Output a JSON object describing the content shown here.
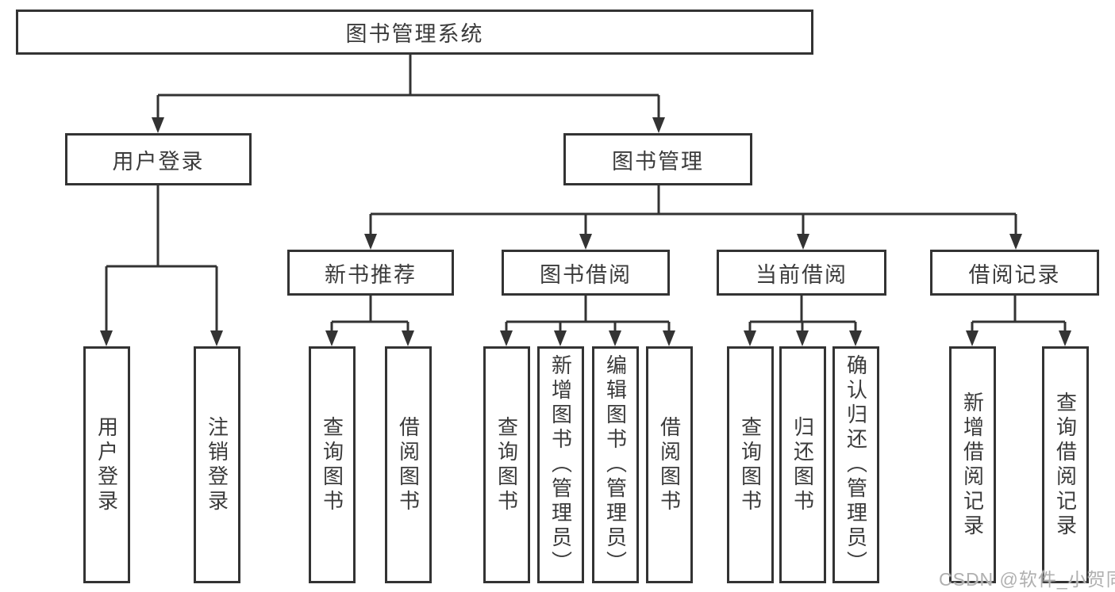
{
  "tree": {
    "label": "图书管理系统",
    "children": [
      {
        "label": "用户登录",
        "children": [
          {
            "label": "用户登录"
          },
          {
            "label": "注销登录"
          }
        ]
      },
      {
        "label": "图书管理",
        "children": [
          {
            "label": "新书推荐",
            "children": [
              {
                "label": "查询图书"
              },
              {
                "label": "借阅图书"
              }
            ]
          },
          {
            "label": "图书借阅",
            "children": [
              {
                "label": "查询图书"
              },
              {
                "label": "新增图书（管理员）"
              },
              {
                "label": "编辑图书（管理员）"
              },
              {
                "label": "借阅图书"
              }
            ]
          },
          {
            "label": "当前借阅",
            "children": [
              {
                "label": "查询图书"
              },
              {
                "label": "归还图书"
              },
              {
                "label": "确认归还（管理员）"
              }
            ]
          },
          {
            "label": "借阅记录",
            "children": [
              {
                "label": "新增借阅记录"
              },
              {
                "label": "查询借阅记录"
              }
            ]
          }
        ]
      }
    ]
  },
  "watermark": {
    "text": "CSDN @软件_小贺同学"
  },
  "colors": {
    "line": "#333333",
    "text": "#3b3b3b",
    "watermark": "#b0b0b0"
  }
}
